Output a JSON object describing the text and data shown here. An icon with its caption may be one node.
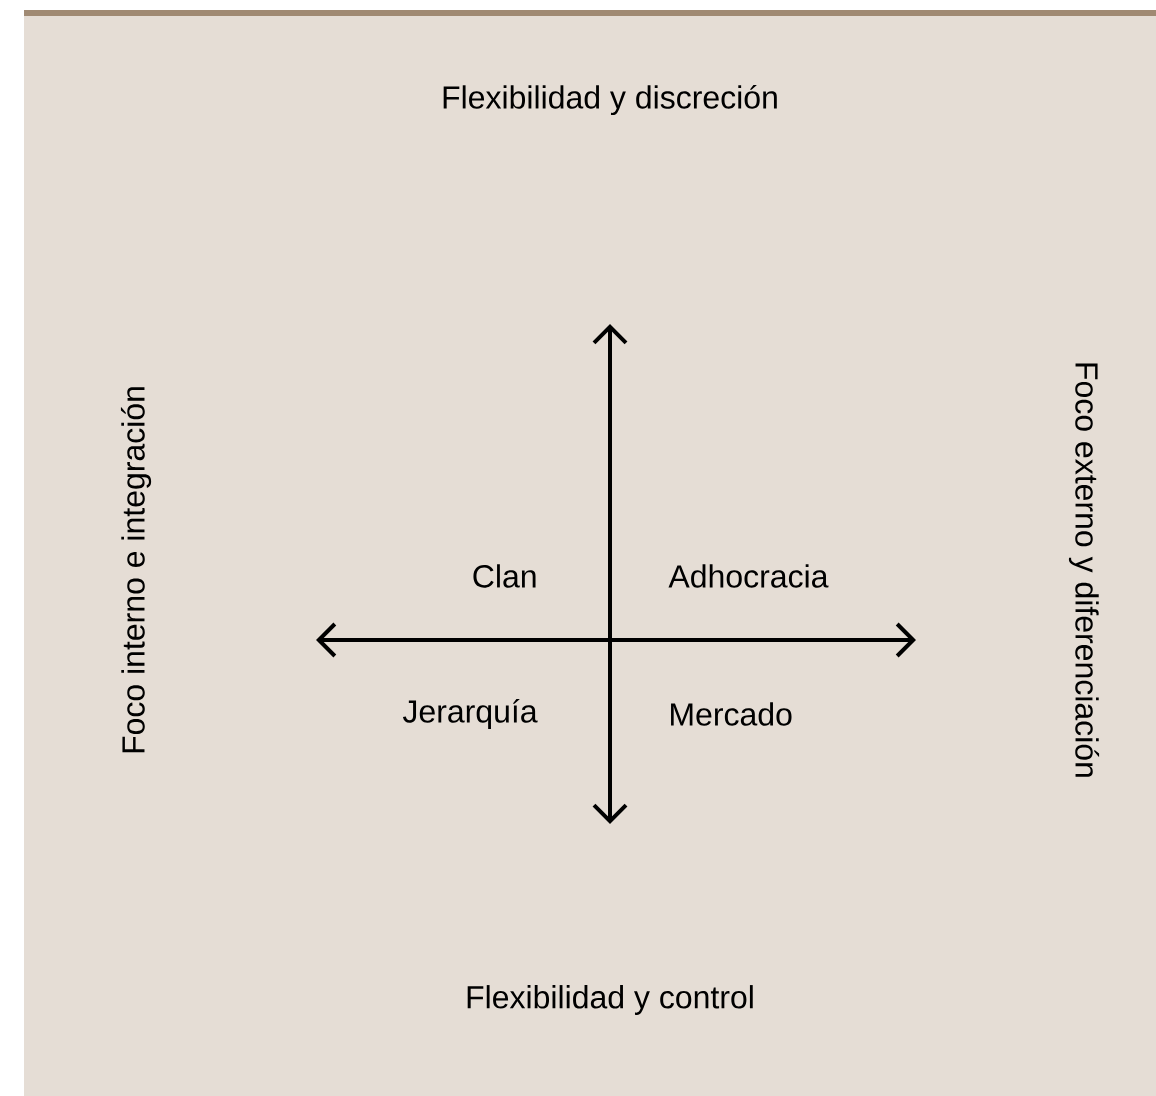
{
  "diagram": {
    "labels": [
      "Flexibilidad y discreción",
      "Foco interno e integración",
      "Clan",
      "Adhocracia",
      "Foco externo y diferenciación",
      "Jerarquía",
      "Mercado",
      "Flexibilidad y control"
    ]
  }
}
